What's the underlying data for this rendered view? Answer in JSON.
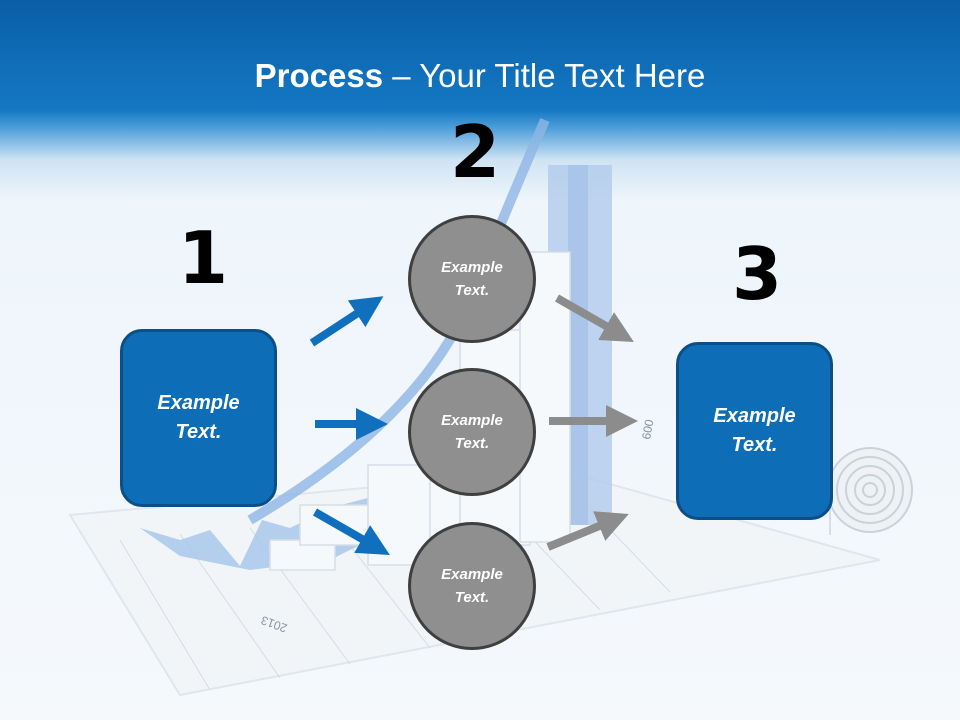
{
  "slide": {
    "title_bold": "Process",
    "title_rest": " – Your Title Text Here"
  },
  "steps": [
    {
      "number": "1",
      "text": "Example Text."
    },
    {
      "number": "2",
      "items": [
        "Example Text.",
        "Example Text.",
        "Example Text."
      ]
    },
    {
      "number": "3",
      "text": "Example Text."
    }
  ],
  "background_labels": [
    "2013",
    "600"
  ],
  "colors": {
    "header_blue": "#1478c4",
    "box_blue": "#0e6db7",
    "circle_gray": "#8f8f8f",
    "arrow_blue": "#1170bd",
    "arrow_gray": "#8c8c8c"
  }
}
